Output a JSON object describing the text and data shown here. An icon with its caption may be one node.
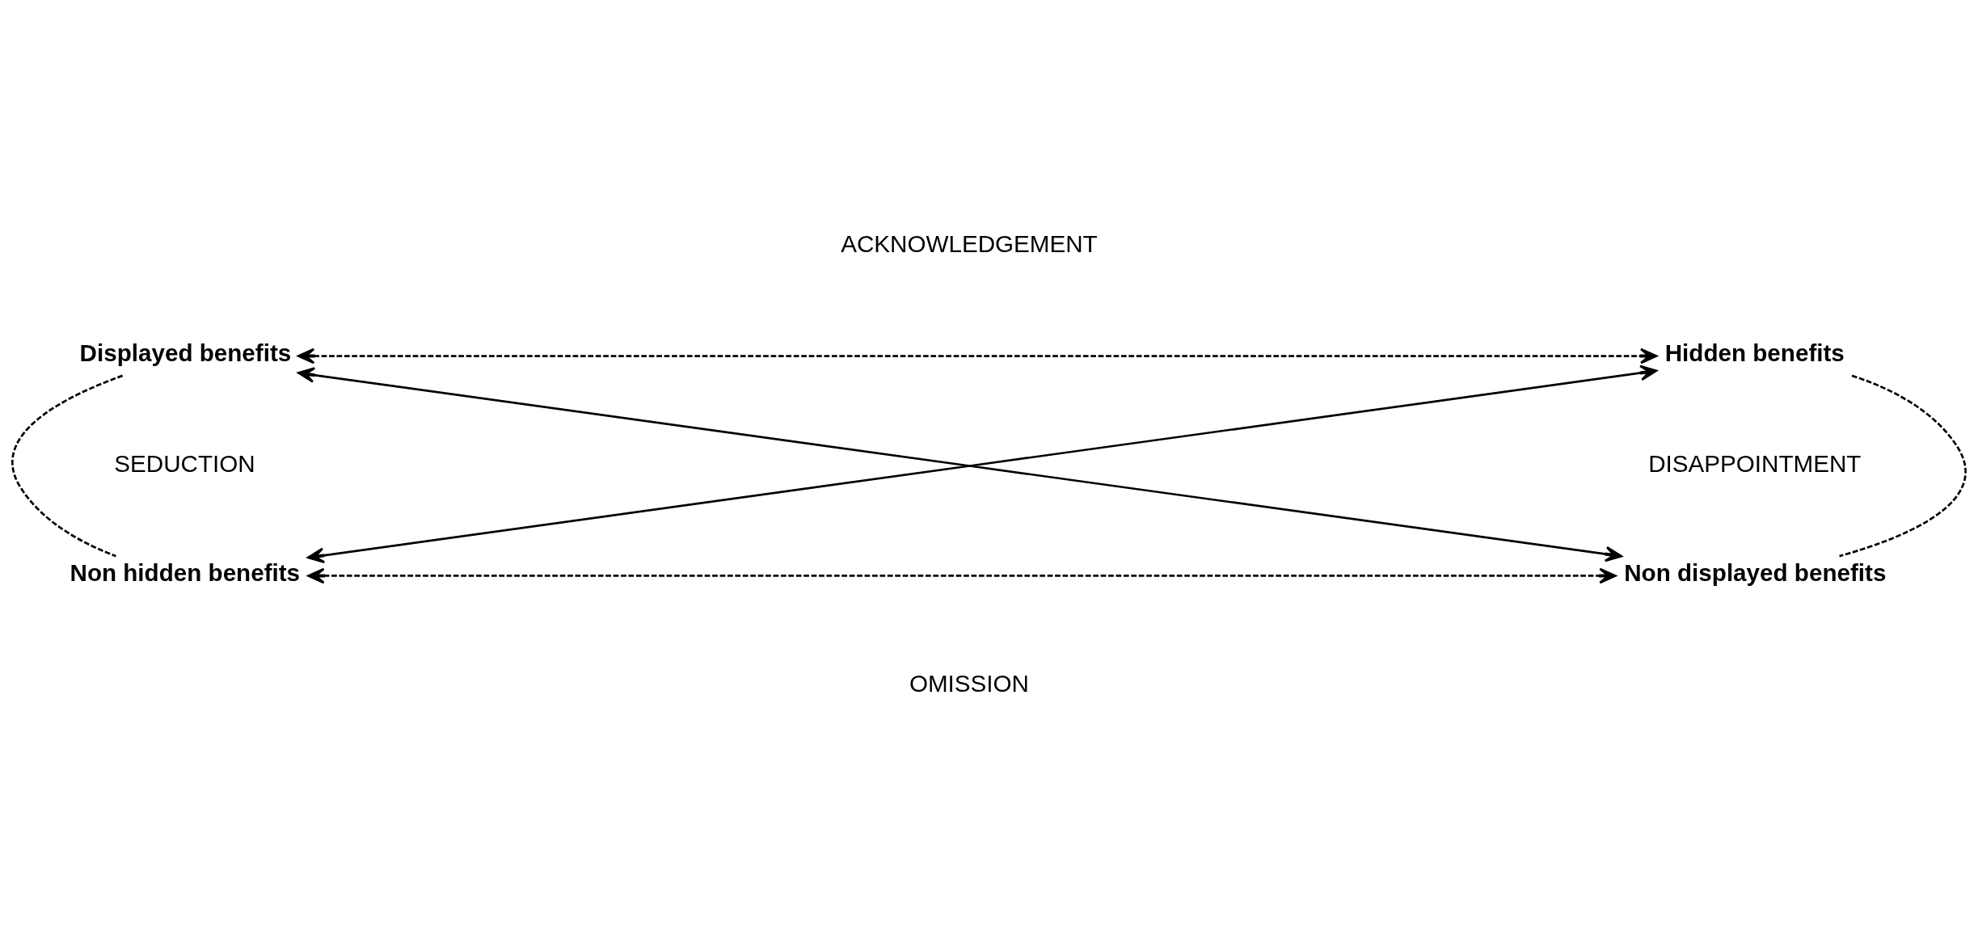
{
  "diagram": {
    "nodes": [
      {
        "text": [
          "Displayed benefits"
        ]
      },
      {
        "text": [
          "Hidden benefits"
        ]
      },
      {
        "text": [
          "Non hidden benefits"
        ]
      },
      {
        "text": [
          "Non displayed benefits"
        ]
      }
    ],
    "edges": [
      {
        "from": 0,
        "to": 1,
        "arrow": "both",
        "style": "dashed"
      },
      {
        "from": 0,
        "to": 2,
        "arrow": "none",
        "style": "dashed"
      },
      {
        "from": 0,
        "to": 3,
        "arrow": "both"
      },
      {
        "from": 1,
        "to": 2,
        "arrow": "both"
      },
      {
        "from": 1,
        "to": 3,
        "arrow": "none",
        "style": "dashed"
      },
      {
        "from": 2,
        "to": 3,
        "arrow": "both",
        "style": "dashed"
      }
    ],
    "labels": [
      "ACKNOWLEDGEMENT",
      "SEDUCTION",
      "DISAPPOINTMENT",
      "OMISSION"
    ]
  }
}
